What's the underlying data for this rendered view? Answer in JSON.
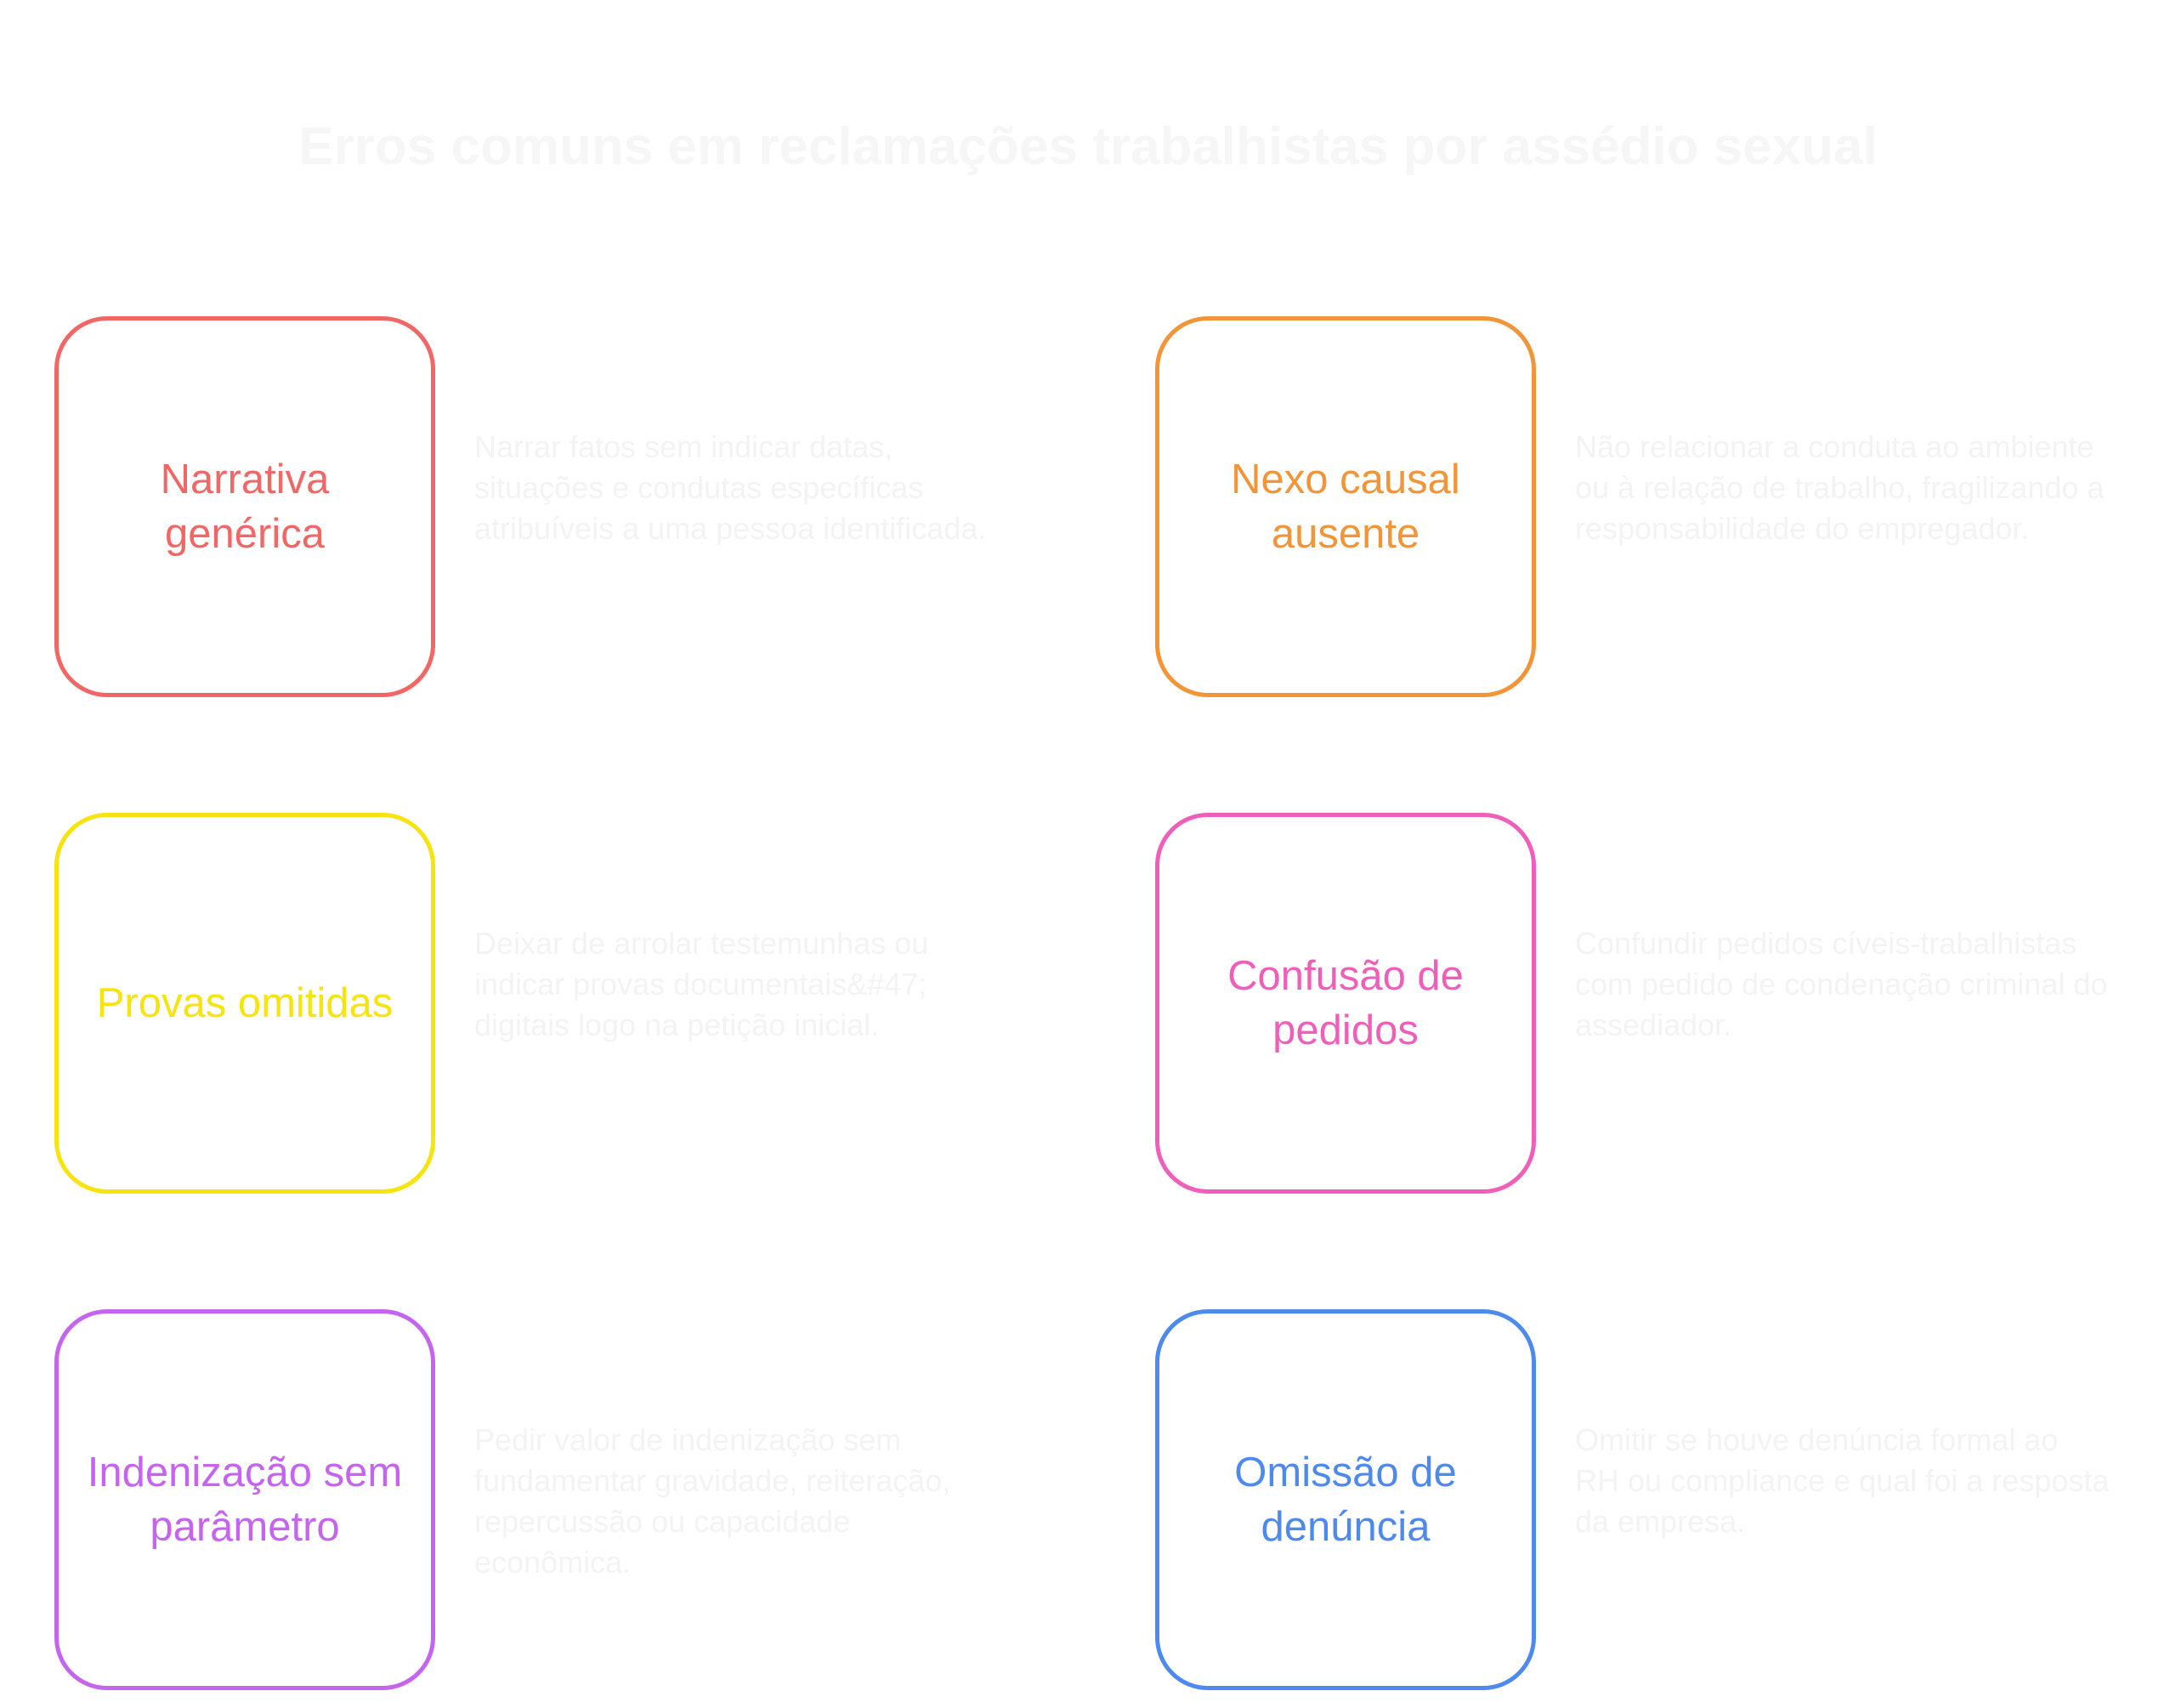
{
  "title": "Erros comuns em reclamações trabalhistas por assédio sexual",
  "items": [
    {
      "label": "Narrativa genérica",
      "description": "Narrar fatos sem indicar datas, situações e condutas específicas atribuíveis a uma pessoa identificada.",
      "color": "#f06766"
    },
    {
      "label": "Nexo causal ausente",
      "description": "Não relacionar a conduta ao ambiente ou à relação de trabalho, fragilizando a responsabilidade do empregador.",
      "color": "#f29438"
    },
    {
      "label": "Provas omitidas",
      "description": "Deixar de arrolar testemunhas ou indicar provas documentais&#47; digitais logo na petição inicial.",
      "color": "#f7e30e"
    },
    {
      "label": "Confusão de pedidos",
      "description": "Confundir pedidos cíveis-trabalhistas com pedido de condenação criminal do assediador.",
      "color": "#ef5fba"
    },
    {
      "label": "Indenização sem parâmetro",
      "description": "Pedir valor de indenização sem fundamentar gravidade, reiteração, repercussão ou capacidade econômica.",
      "color": "#c564ee"
    },
    {
      "label": "Omissão de denúncia",
      "description": "Omitir se houve denúncia formal ao RH ou compliance e qual foi a resposta da empresa.",
      "color": "#4e89ec"
    }
  ]
}
